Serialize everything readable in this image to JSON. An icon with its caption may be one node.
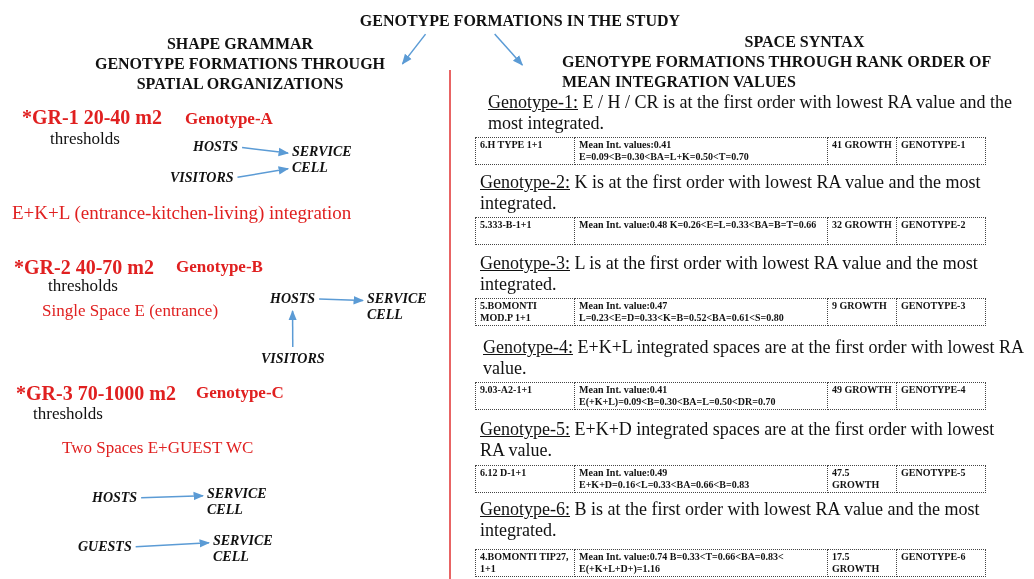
{
  "diagram": {
    "nodes": [
      {
        "text": [
          "GENOTYPE FORMATIONS IN THE STUDY"
        ]
      },
      {
        "text": [
          "SHAPE GRAMMAR",
          "GENOTYPE FORMATIONS THROUGH SPATIAL ORGANIZATIONS"
        ]
      },
      {
        "text": [
          "SPACE SYNTAX",
          "GENOTYPE FORMATIONS THROUGH RANK ORDER OF MEAN INTEGRATION VALUES"
        ]
      },
      {
        "text": [
          "HOSTS"
        ]
      },
      {
        "text": [
          "SERVICE CELL"
        ]
      },
      {
        "text": [
          "VISITORS"
        ]
      },
      {
        "text": [
          "HOSTS"
        ]
      },
      {
        "text": [
          "SERVICE CELL"
        ]
      },
      {
        "text": [
          "VISITORS"
        ]
      },
      {
        "text": [
          "HOSTS"
        ]
      },
      {
        "text": [
          "SERVICE CELL"
        ]
      },
      {
        "text": [
          "GUESTS"
        ]
      },
      {
        "text": [
          "SERVICE CELL"
        ]
      }
    ],
    "edges": [
      {
        "from": 0,
        "to": 1,
        "arrow": "to"
      },
      {
        "from": 0,
        "to": 2,
        "arrow": "to"
      },
      {
        "from": 3,
        "to": 4,
        "arrow": "to"
      },
      {
        "from": 5,
        "to": 4,
        "arrow": "to"
      },
      {
        "from": 6,
        "to": 7,
        "arrow": "to"
      },
      {
        "from": 8,
        "to": 6,
        "arrow": "to"
      },
      {
        "from": 9,
        "to": 10,
        "arrow": "to"
      },
      {
        "from": 11,
        "to": 12,
        "arrow": "to"
      }
    ],
    "labels": [
      "*GR-1 20-40 m2",
      "Genotype-A",
      "thresholds",
      "E+K+L (entrance-kitchen-living) integration",
      "*GR-2 40-70 m2",
      "Genotype-B",
      "thresholds",
      "Single Space E (entrance)",
      "*GR-3 70-1000 m2",
      "Genotype-C",
      "thresholds",
      "Two Spaces E+GUEST  WC",
      "Genotype-1: E / H / CR  is at the first order with lowest RA value and the most integrated.",
      "6.H TYPE 1+1",
      "Mean Int. values:0.41 E=0.09<B=0.30<BA=L+K=0.50<T=0.70",
      "41 GROWTH",
      "GENOTYPE-1",
      "Genotype-2: K is at the first order with lowest RA value and the most integrated.",
      "5.333-B-1+1",
      "Mean Int. value:0.48 K=0.26<E=L=0.33<BA=B=T=0.66",
      "32 GROWTH",
      "GENOTYPE-2",
      "Genotype-3: L is at the first order with lowest RA value and the most integrated.",
      "5.BOMONTI MOD.P 1+1",
      "Mean Int. value:0.47 L=0.23<E=D=0.33<K=B=0.52<BA=0.61<S=0.80",
      "9 GROWTH",
      "GENOTYPE-3",
      "Genotype-4: E+K+L integrated spaces are at the first order with lowest RA value.",
      "9.03-A2-1+1",
      "Mean Int. value:0.41 E(+K+L)=0.09<B=0.30<BA=L=0.50<DR=0.70",
      "49 GROWTH",
      "GENOTYPE-4",
      "Genotype-5: E+K+D integrated spaces are at the first order with lowest RA value.",
      "6.12 D-1+1",
      "Mean Int. value:0.49 E+K+D=0.16<L=0.33<BA=0.66<B=0.83",
      "47.5 GROWTH",
      "GENOTYPE-5",
      "Genotype-6: B is at the first order with lowest RA value and the most integrated.",
      "4.BOMONTI TIP27, 1+1",
      "Mean Int. value:0.74 B=0.33<T=0.66<BA=0.83<  E(+K+L+D+)=1.16",
      "17.5 GROWTH",
      "GENOTYPE-6"
    ]
  }
}
